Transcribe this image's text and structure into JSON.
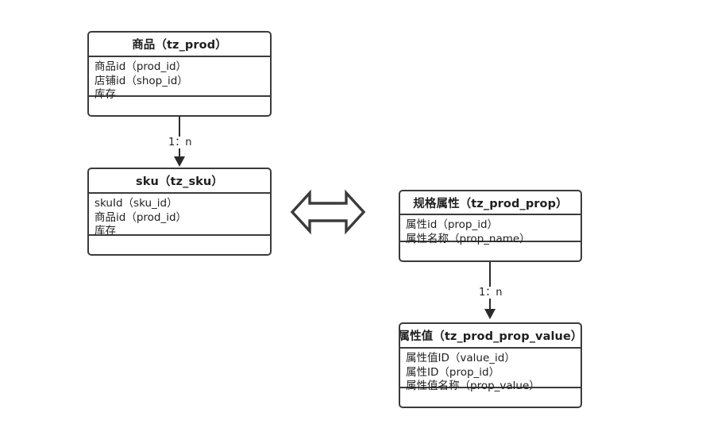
{
  "diagram": {
    "type": "er-diagram",
    "background_color": "#ffffff",
    "stroke_color": "#3b3b3b",
    "entities": [
      {
        "id": "prod",
        "title": "商品（tz_prod）",
        "attributes": [
          "商品id（prod_id）",
          "店铺id（shop_id）",
          "库存"
        ]
      },
      {
        "id": "sku",
        "title": "sku（tz_sku）",
        "attributes": [
          "skuId（sku_id）",
          "商品id（prod_id）",
          "库存"
        ]
      },
      {
        "id": "prop",
        "title": "规格属性（tz_prod_prop）",
        "attributes": [
          "属性id（prop_id）",
          "属性名称（prop_name）"
        ]
      },
      {
        "id": "prop_value",
        "title": "属性值（tz_prod_prop_value）",
        "attributes": [
          "属性值ID（value_id）",
          "属性ID（prop_id）",
          "属性值名称（prop_value）"
        ]
      }
    ],
    "connectors": [
      {
        "id": "prod-to-sku",
        "from": "prod",
        "to": "sku",
        "label": "1：n"
      },
      {
        "id": "prop-to-value",
        "from": "prop",
        "to": "prop_value",
        "label": "1：n"
      }
    ],
    "relation_arrow": {
      "id": "sku-prop-relation",
      "icon": "double-headed-arrow-icon",
      "direction": "both"
    }
  }
}
